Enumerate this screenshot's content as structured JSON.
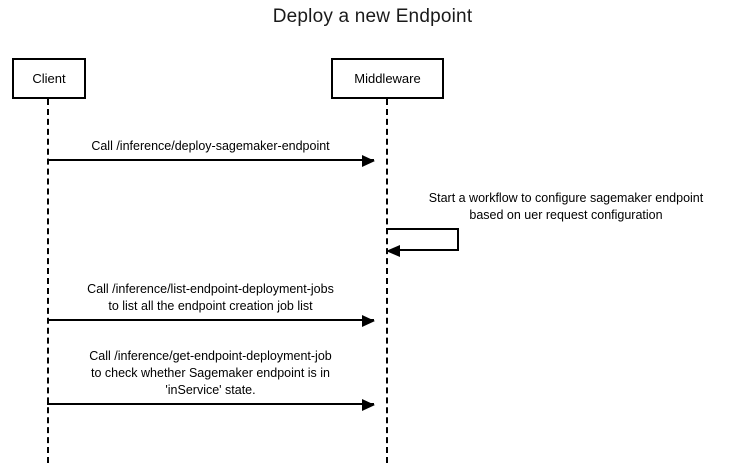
{
  "diagram": {
    "type": "sequence-diagram",
    "title": "Deploy a new Endpoint",
    "background_color": "#ffffff",
    "line_color": "#000000",
    "participants": [
      {
        "id": "client",
        "label": "Client"
      },
      {
        "id": "middleware",
        "label": "Middleware"
      }
    ],
    "messages": [
      {
        "index": 1,
        "from": "client",
        "to": "middleware",
        "kind": "call",
        "arrow": "solid-filled-right",
        "lines": [
          "Call /inference/deploy-sagemaker-endpoint"
        ]
      },
      {
        "index": 2,
        "from": "middleware",
        "to": "middleware",
        "kind": "self-call",
        "arrow": "solid-filled-left-loop",
        "lines": [
          "Start a workflow to configure sagemaker endpoint",
          "based on uer request configuration"
        ]
      },
      {
        "index": 3,
        "from": "client",
        "to": "middleware",
        "kind": "call",
        "arrow": "solid-filled-right",
        "lines": [
          "Call /inference/list-endpoint-deployment-jobs",
          "to list all the endpoint creation job list"
        ]
      },
      {
        "index": 4,
        "from": "client",
        "to": "middleware",
        "kind": "call",
        "arrow": "solid-filled-right",
        "lines": [
          "Call /inference/get-endpoint-deployment-job",
          "to check whether Sagemaker endpoint is in",
          "'inService' state."
        ]
      }
    ]
  }
}
